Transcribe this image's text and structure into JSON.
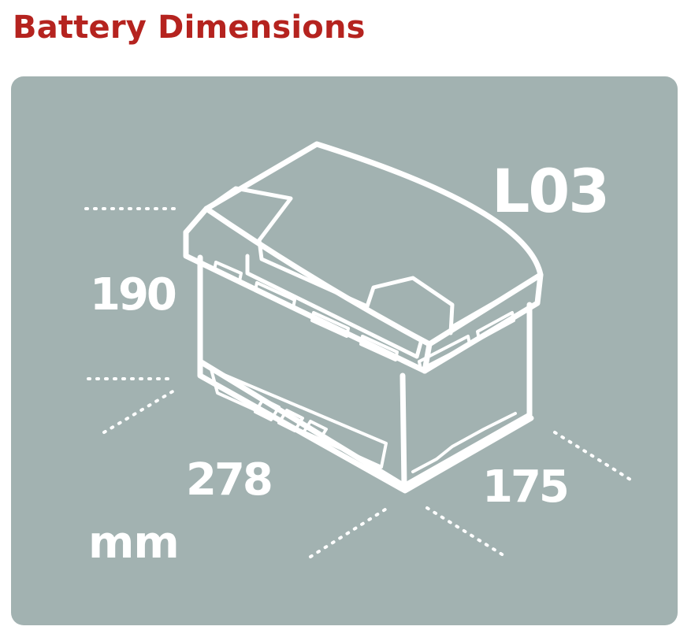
{
  "header": {
    "title": "Battery Dimensions"
  },
  "diagram": {
    "battery_code": "L03",
    "height": "190",
    "length": "278",
    "width": "175",
    "unit": "mm"
  },
  "colors": {
    "title": "#b5231f",
    "panel_background": "#a2b2b1",
    "foreground": "#ffffff"
  }
}
